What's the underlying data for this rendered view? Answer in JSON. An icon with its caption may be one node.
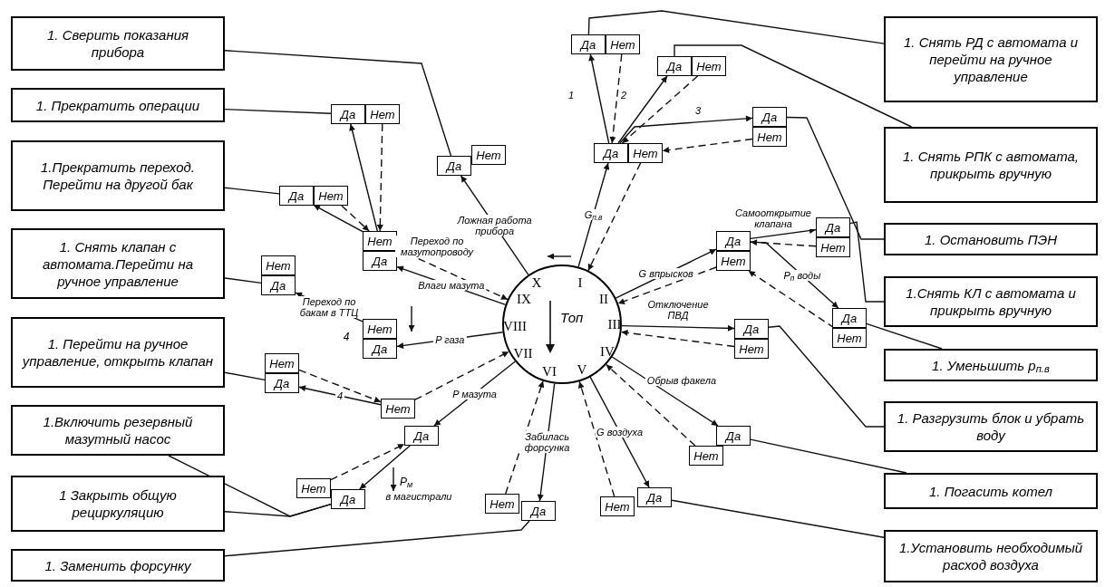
{
  "diagram": {
    "nodes": [
      {
        "text": [
          "Топ"
        ]
      },
      {
        "text": [
          "1. Сверить показания прибора"
        ]
      },
      {
        "text": [
          "1. Прекратить операции"
        ]
      },
      {
        "text": [
          "1.Прекратить переход. Перейти на другой бак"
        ]
      },
      {
        "text": [
          "1. Снять клапан с автомата.Перейти на ручное управление"
        ]
      },
      {
        "text": [
          "1. Перейти на ручное управление, открыть клапан"
        ]
      },
      {
        "text": [
          "1.Включить резервный мазутный насос"
        ]
      },
      {
        "text": [
          "1 Закрыть общую рециркуляцию"
        ]
      },
      {
        "text": [
          "1. Заменить форсунку"
        ]
      },
      {
        "text": [
          "1. Снять РД с автомата и перейти на ручное управление"
        ]
      },
      {
        "text": [
          "1. Снять РПК с автомата, прикрыть вручную"
        ]
      },
      {
        "text": [
          "1. Остановить ПЭН"
        ]
      },
      {
        "text": [
          "1.Снять КЛ с автомата и прикрыть вручную"
        ]
      },
      {
        "text": [
          "1. Уменьшить p$_{п.в}$"
        ]
      },
      {
        "text": [
          "1. Разгрузить блок и убрать воду"
        ]
      },
      {
        "text": [
          "1. Погасить котел"
        ]
      },
      {
        "text": [
          "1.Установить необходимый расход воздуха"
        ]
      },
      {
        "text": [
          "Да"
        ]
      },
      {
        "text": [
          "Нет"
        ]
      },
      {
        "text": [
          "Да"
        ]
      },
      {
        "text": [
          "Нет"
        ]
      },
      {
        "text": [
          "Да"
        ]
      },
      {
        "text": [
          "Нет"
        ]
      },
      {
        "text": [
          "Да"
        ]
      },
      {
        "text": [
          "Нет"
        ]
      },
      {
        "text": [
          "Да"
        ]
      },
      {
        "text": [
          "Нет"
        ]
      },
      {
        "text": [
          "Да"
        ]
      },
      {
        "text": [
          "Нет"
        ]
      },
      {
        "text": [
          "Да"
        ]
      },
      {
        "text": [
          "Нет"
        ]
      },
      {
        "text": [
          "Да"
        ]
      },
      {
        "text": [
          "Нет"
        ]
      },
      {
        "text": [
          "Нет"
        ]
      },
      {
        "text": [
          "Да"
        ]
      },
      {
        "text": [
          "Да"
        ]
      },
      {
        "text": [
          "Нет"
        ]
      },
      {
        "text": [
          "Нет"
        ]
      },
      {
        "text": [
          "Да"
        ]
      },
      {
        "text": [
          "Да"
        ]
      },
      {
        "text": [
          "Нет"
        ]
      },
      {
        "text": [
          "Да"
        ]
      },
      {
        "text": [
          "Нет"
        ]
      },
      {
        "text": [
          "Нет"
        ]
      },
      {
        "text": [
          "Да"
        ]
      },
      {
        "text": [
          "Нет"
        ]
      },
      {
        "text": [
          "Да"
        ]
      },
      {
        "text": [
          "Нет"
        ]
      },
      {
        "text": [
          "Да"
        ]
      },
      {
        "text": [
          "Нет"
        ]
      },
      {
        "text": [
          "Да"
        ]
      },
      {
        "text": [
          "Нет"
        ]
      },
      {
        "text": [
          "Да"
        ]
      },
      {
        "text": [
          "Нет"
        ]
      },
      {
        "text": [
          "Да"
        ]
      },
      {
        "text": [
          "Нет"
        ]
      },
      {
        "text": [
          "Да"
        ]
      }
    ],
    "edges": [
      {
        "from": 0,
        "to": 25,
        "arrow": "to",
        "label": "G$_{п.в}$"
      },
      {
        "from": 26,
        "to": 0,
        "arrow": "to",
        "style": "dashed"
      },
      {
        "from": 25,
        "to": 17,
        "arrow": "to",
        "label": "1"
      },
      {
        "from": 18,
        "to": 25,
        "arrow": "to",
        "style": "dashed",
        "label": "2"
      },
      {
        "from": 25,
        "to": 19,
        "arrow": "to"
      },
      {
        "from": 20,
        "to": 25,
        "arrow": "to",
        "style": "dashed"
      },
      {
        "from": 25,
        "to": 23,
        "arrow": "to",
        "label": "3"
      },
      {
        "from": 24,
        "to": 26,
        "arrow": "to",
        "style": "dashed"
      },
      {
        "from": 0,
        "to": 35,
        "arrow": "to",
        "label": "G впрысков"
      },
      {
        "from": 36,
        "to": 0,
        "arrow": "to",
        "style": "dashed"
      },
      {
        "from": 35,
        "to": 31,
        "arrow": "to",
        "label": "Самооткрытие клапана"
      },
      {
        "from": 32,
        "to": 35,
        "arrow": "to",
        "style": "dashed"
      },
      {
        "from": 35,
        "to": 39,
        "arrow": "to",
        "label": "P$_{п}$ воды"
      },
      {
        "from": 40,
        "to": 36,
        "arrow": "to",
        "style": "dashed"
      },
      {
        "from": 0,
        "to": 41,
        "arrow": "to",
        "label": "Отключение ПВД"
      },
      {
        "from": 42,
        "to": 0,
        "arrow": "to",
        "style": "dashed"
      },
      {
        "from": 0,
        "to": 50,
        "arrow": "to",
        "label": "Обрыв факела"
      },
      {
        "from": 49,
        "to": 0,
        "arrow": "to",
        "style": "dashed"
      },
      {
        "from": 0,
        "to": 54,
        "arrow": "to",
        "label": "G воздуха"
      },
      {
        "from": 53,
        "to": 0,
        "arrow": "to",
        "style": "dashed"
      },
      {
        "from": 0,
        "to": 56,
        "arrow": "to",
        "label": "Забилась форсунка"
      },
      {
        "from": 55,
        "to": 0,
        "arrow": "to",
        "style": "dashed"
      },
      {
        "from": 0,
        "to": 48,
        "arrow": "to",
        "label": "P мазута"
      },
      {
        "from": 47,
        "to": 0,
        "arrow": "to",
        "style": "dashed"
      },
      {
        "from": 47,
        "to": 46,
        "arrow": "to",
        "label": "4"
      },
      {
        "from": 45,
        "to": 47,
        "arrow": "to",
        "style": "dashed"
      },
      {
        "from": 48,
        "to": 52,
        "arrow": "to",
        "label": "в магистрали"
      },
      {
        "from": 51,
        "to": 48,
        "arrow": "to",
        "style": "dashed"
      },
      {
        "from": 0,
        "to": 44,
        "arrow": "to",
        "label": "P газа"
      },
      {
        "from": 43,
        "to": 38,
        "arrow": "to",
        "label": "Переход по бакам в ТТЦ"
      },
      {
        "from": 0,
        "to": 34,
        "arrow": "to",
        "label": "Влаги мазута"
      },
      {
        "from": 33,
        "to": 0,
        "arrow": "to",
        "style": "dashed",
        "label": "Переход по мазутопроводу"
      },
      {
        "from": 33,
        "to": 21,
        "arrow": "to"
      },
      {
        "from": 22,
        "to": 33,
        "arrow": "to",
        "style": "dashed"
      },
      {
        "from": 33,
        "to": 29,
        "arrow": "to"
      },
      {
        "from": 30,
        "to": 33,
        "arrow": "to",
        "style": "dashed"
      },
      {
        "from": 0,
        "to": 27,
        "arrow": "to",
        "label": "Ложная работа прибора"
      },
      {
        "from": 17,
        "to": 9,
        "arrow": "none"
      },
      {
        "from": 19,
        "to": 10,
        "arrow": "none"
      },
      {
        "from": 23,
        "to": 11,
        "arrow": "none"
      },
      {
        "from": 31,
        "to": 12,
        "arrow": "none"
      },
      {
        "from": 39,
        "to": 13,
        "arrow": "none"
      },
      {
        "from": 41,
        "to": 14,
        "arrow": "none"
      },
      {
        "from": 50,
        "to": 15,
        "arrow": "none"
      },
      {
        "from": 54,
        "to": 16,
        "arrow": "none"
      },
      {
        "from": 27,
        "to": 1,
        "arrow": "none"
      },
      {
        "from": 21,
        "to": 2,
        "arrow": "none"
      },
      {
        "from": 29,
        "to": 3,
        "arrow": "none"
      },
      {
        "from": 38,
        "to": 4,
        "arrow": "none"
      },
      {
        "from": 46,
        "to": 5,
        "arrow": "none"
      },
      {
        "from": 52,
        "to": 6,
        "arrow": "none"
      },
      {
        "from": 52,
        "to": 7,
        "arrow": "none"
      },
      {
        "from": 56,
        "to": 8,
        "arrow": "none"
      }
    ],
    "labels": [
      "X",
      "I",
      "II",
      "III",
      "IV",
      "V",
      "VI",
      "VII",
      "VIII",
      "IX",
      "4",
      "P$_{м}$"
    ]
  }
}
